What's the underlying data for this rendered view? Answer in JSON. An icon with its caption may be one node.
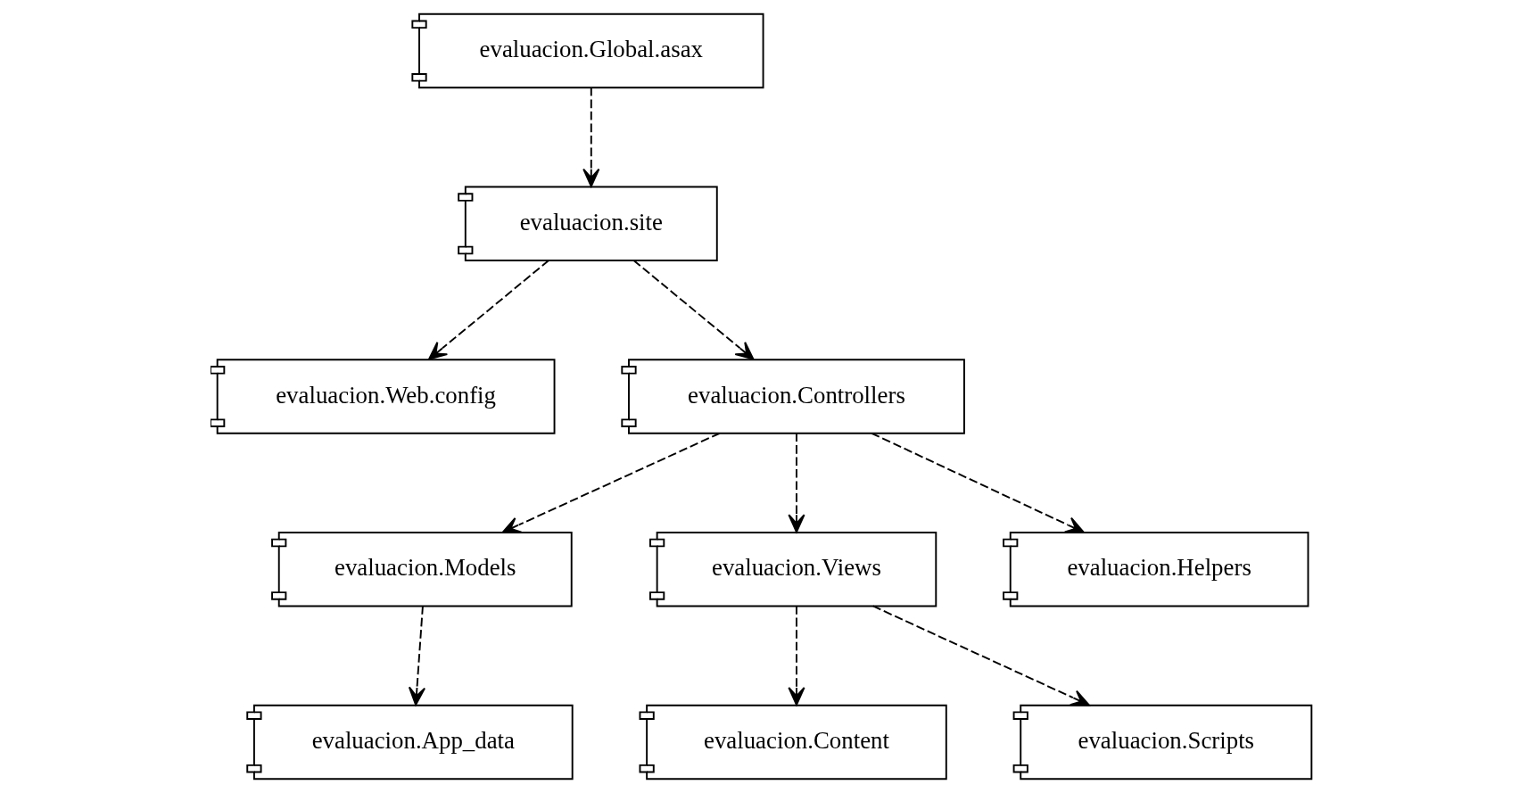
{
  "diagram": {
    "nodes": [
      {
        "text": [
          "evaluacion.site"
        ]
      },
      {
        "text": [
          "evaluacion.Web.config"
        ]
      },
      {
        "text": [
          "evaluacion.Controllers"
        ]
      },
      {
        "text": [
          "evaluacion.Models"
        ]
      },
      {
        "text": [
          "evaluacion.Global.asax"
        ]
      },
      {
        "text": [
          "evaluacion.Views"
        ]
      },
      {
        "text": [
          "evaluacion.Helpers"
        ]
      },
      {
        "text": [
          "evaluacion.App_data"
        ]
      },
      {
        "text": [
          "evaluacion.Content"
        ]
      },
      {
        "text": [
          "evaluacion.Scripts"
        ]
      }
    ],
    "edges": [
      {
        "from": 0,
        "to": 1,
        "arrow": "to",
        "style": "dashed"
      },
      {
        "from": 0,
        "to": 2,
        "arrow": "to",
        "style": "dashed"
      },
      {
        "from": 4,
        "to": 0,
        "arrow": "to",
        "style": "dashed"
      },
      {
        "from": 2,
        "to": 3,
        "arrow": "to",
        "style": "dashed"
      },
      {
        "from": 2,
        "to": 5,
        "arrow": "to",
        "style": "dashed"
      },
      {
        "from": 2,
        "to": 6,
        "arrow": "to",
        "style": "dashed"
      },
      {
        "from": 3,
        "to": 7,
        "arrow": "to",
        "style": "dashed"
      },
      {
        "from": 5,
        "to": 8,
        "arrow": "to",
        "style": "dashed"
      },
      {
        "from": 5,
        "to": 9,
        "arrow": "to",
        "style": "dashed"
      }
    ]
  }
}
